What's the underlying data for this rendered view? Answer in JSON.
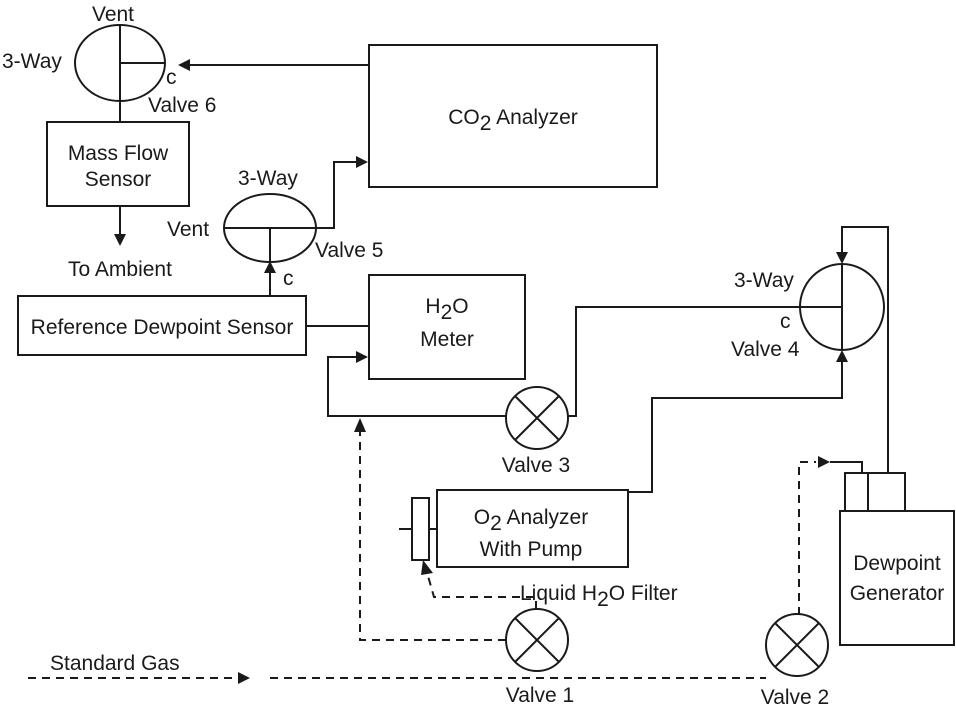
{
  "colors": {
    "line": "#1a1a1a",
    "background": "#ffffff"
  },
  "labels": {
    "vent_top": "Vent",
    "three_way_6": "3-Way",
    "c_6": "c",
    "valve_6": "Valve 6",
    "mass_flow_1": "Mass Flow",
    "mass_flow_2": "Sensor",
    "to_ambient": "To Ambient",
    "co2_main": "CO",
    "co2_sub": "2",
    "co2_rest": " Analyzer",
    "three_way_5": "3-Way",
    "vent_5": "Vent",
    "valve_5": "Valve 5",
    "c_5": "c",
    "ref_dewpoint": "Reference Dewpoint Sensor",
    "h2o_main": "H",
    "h2o_sub": "2",
    "h2o_rest": "O",
    "meter": "Meter",
    "three_way_4": "3-Way",
    "c_4": "c",
    "valve_4": "Valve 4",
    "valve_3": "Valve 3",
    "o2_main": "O",
    "o2_sub": "2",
    "o2_rest": " Analyzer",
    "with_pump": "With Pump",
    "filter_main": "Liquid H",
    "filter_sub": "2",
    "filter_rest": "O Filter",
    "dewpoint_gen_1": "Dewpoint",
    "dewpoint_gen_2": "Generator",
    "standard_gas": "Standard Gas",
    "valve_1": "Valve 1",
    "valve_2": "Valve 2"
  }
}
